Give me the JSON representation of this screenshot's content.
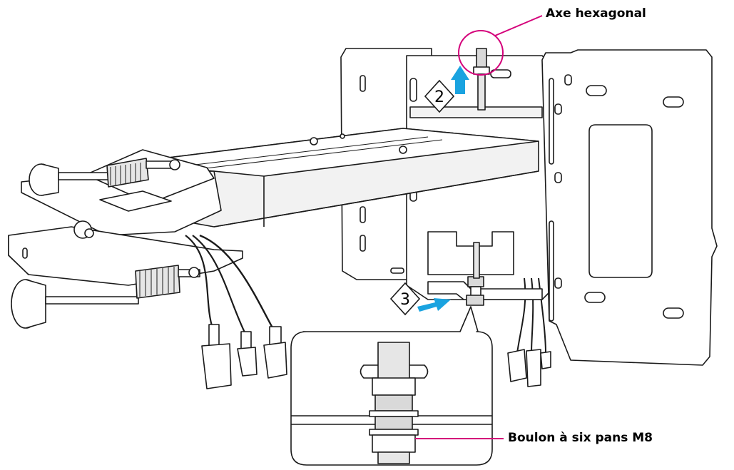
{
  "labels": {
    "hex_shaft": "Axe hexagonal",
    "hex_bolt": "Boulon à six pans M8"
  },
  "steps": {
    "step2": "2",
    "step3": "3"
  },
  "colors": {
    "leader_line": "#d4007a",
    "arrow": "#1aa3e0",
    "outline": "#1a1a1a",
    "fill": "#ffffff",
    "shade": "#d9d9d9"
  },
  "icons": {
    "arrow_up": "up-arrow-icon",
    "arrow_right": "right-arrow-icon"
  }
}
